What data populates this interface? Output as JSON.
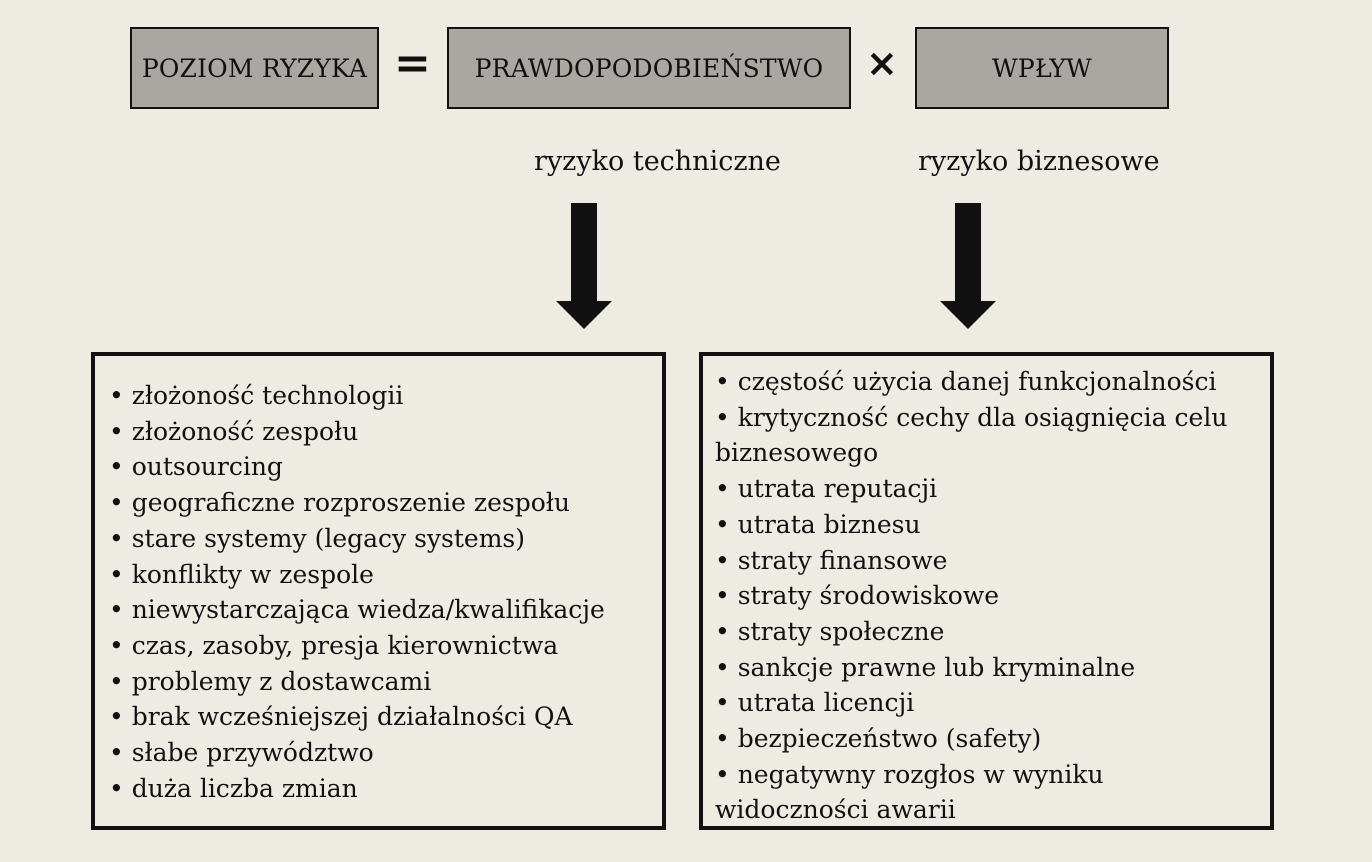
{
  "formula": {
    "risk_level": "POZIOM RYZYKA",
    "equals": "=",
    "probability": "PRAWDOPODOBIEŃSTWO",
    "times": "×",
    "impact": "WPŁYW"
  },
  "labels": {
    "technical": "ryzyko techniczne",
    "business": "ryzyko biznesowe"
  },
  "technical_risks": [
    "• złożoność technologii",
    "• złożoność zespołu",
    "• outsourcing",
    "• geograficzne rozproszenie zespołu",
    "• stare systemy (legacy systems)",
    "• konflikty w zespole",
    "• niewystarczająca wiedza/kwalifikacje",
    "• czas, zasoby, presja kierownictwa",
    "• problemy z dostawcami",
    "• brak wcześniejszej działalności QA",
    "• słabe przywództwo",
    "• duża liczba zmian"
  ],
  "business_risks": [
    "• częstość użycia danej funkcjonalności",
    "• krytyczność cechy dla osiągnięcia celu",
    "biznesowego",
    "• utrata reputacji",
    "• utrata biznesu",
    "• straty finansowe",
    "• straty środowiskowe",
    "• straty społeczne",
    "• sankcje prawne lub kryminalne",
    "• utrata licencji",
    "• bezpieczeństwo (safety)",
    "• negatywny rozgłos w wyniku",
    "widoczności awarii"
  ],
  "colors": {
    "background": "#eeebe3",
    "box_fill": "#a9a7a2",
    "ink": "#111111"
  }
}
